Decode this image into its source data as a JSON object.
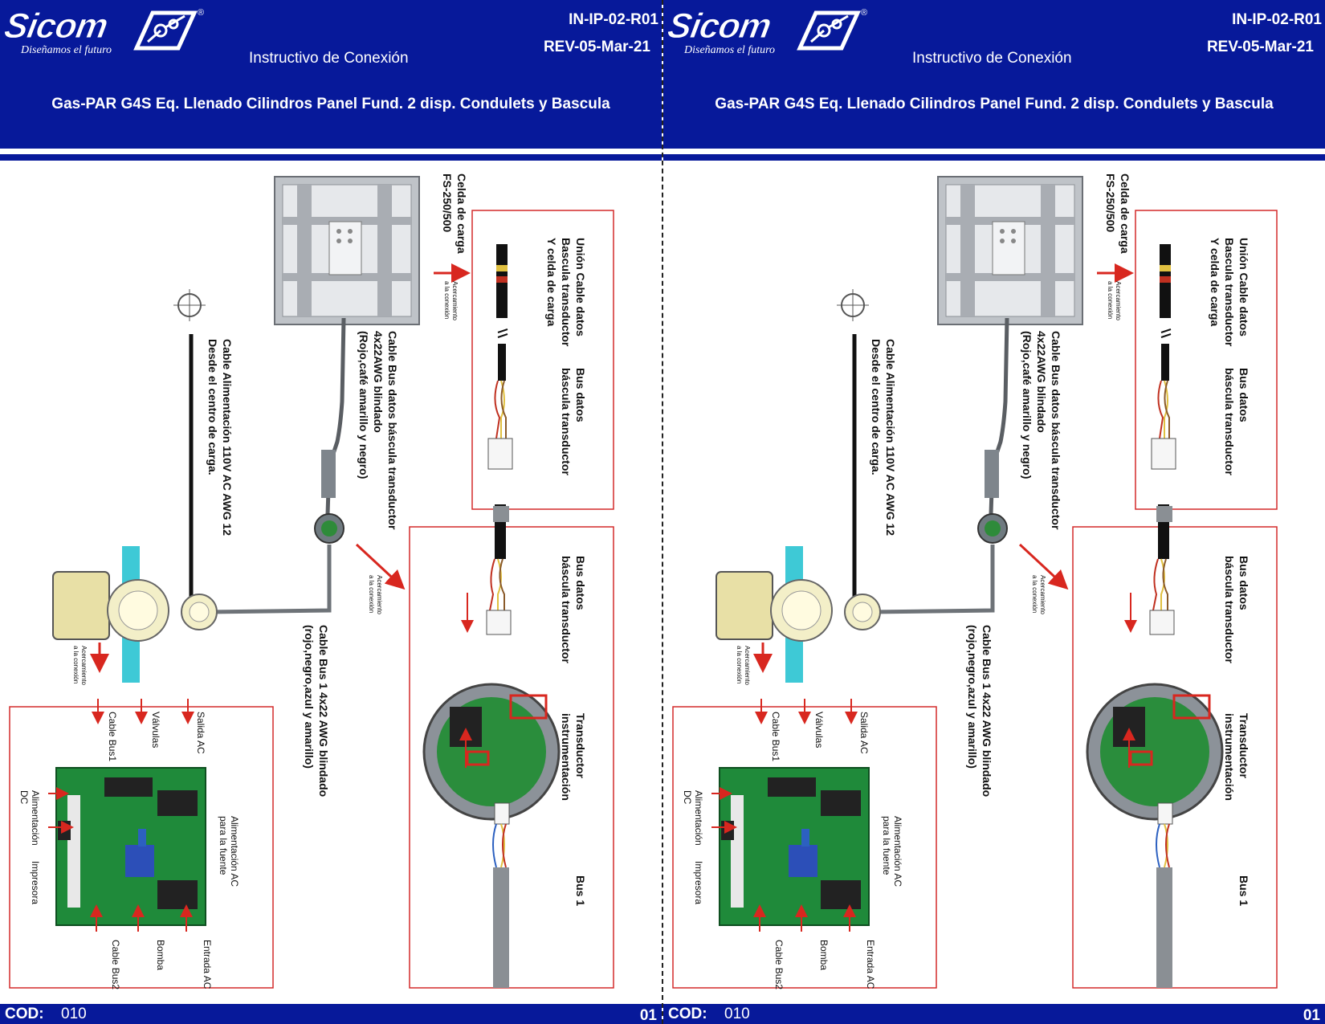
{
  "pages": [
    {
      "header": {
        "brand": "Sicom",
        "slogan": "Diseñamos el futuro",
        "doc_code": "IN-IP-02-R01",
        "revision": "REV-05-Mar-21",
        "title": "Instructivo  de Conexión",
        "subtitle": "Gas-PAR G4S Eq. Llenado Cilindros Panel Fund. 2 disp. Condulets y Bascula"
      },
      "footer": {
        "cod_label": "COD:",
        "cod_value": "010",
        "page": "01"
      }
    },
    {
      "header": {
        "brand": "Sicom",
        "slogan": "Diseñamos el futuro",
        "doc_code": "IN-IP-02-R01",
        "revision": "REV-05-Mar-21",
        "title": "Instructivo  de Conexión",
        "subtitle": "Gas-PAR G4S Eq. Llenado Cilindros Panel Fund. 2 disp. Condulets y Bascula"
      },
      "footer": {
        "cod_label": "COD:",
        "cod_value": "010",
        "page": "01"
      }
    }
  ],
  "diagram": {
    "celda_1": "Celda de carga",
    "celda_2": "FS-250/500",
    "union_1": "Unión Cable datos",
    "union_2": "Bascula transductor",
    "union_3": "Y celda de carga",
    "bus_datos_1": "Bus datos",
    "bus_datos_2": "báscula transductor",
    "transductor_1": "Transductor",
    "transductor_2": "instrumentación",
    "bus1": "Bus 1",
    "acercamiento": "Acercamiento",
    "a_la_conexion": "a la conexión",
    "cable_bus_datos_1": "Cable Bus datos báscula transductor",
    "cable_bus_datos_2": "4x22AWG blindado",
    "cable_bus_datos_3": "(Rojo,café amarillo y negro)",
    "cable_alim_1": "Cable Alimentación 110V AC AWG 12",
    "cable_alim_2": "Desde el centro de carga.",
    "cable_bus1_1": "Cable Bus 1 4x22 AWG blindado",
    "cable_bus1_2": "(rojo,negro,azul y amarillo)",
    "salida_ac": "Salida AC",
    "valvulas": "Válvulas",
    "cable_bus1_lbl": "Cable Bus1",
    "alim_ac_1": "Alimentación AC",
    "alim_ac_2": "para la fuente",
    "alim_dc_1": "Alimentación",
    "alim_dc_2": "DC",
    "impresora": "Impresora",
    "entrada_ac": "Entrada AC",
    "bomba": "Bomba",
    "cable_bus2": "Cable Bus2"
  },
  "colors": {
    "header_blue": "#07199a",
    "frame_red": "#d32a2a",
    "arrow_red": "#d8271f",
    "pcb_green": "#1f8a3a",
    "pipe_cyan": "#3ec9d6"
  }
}
